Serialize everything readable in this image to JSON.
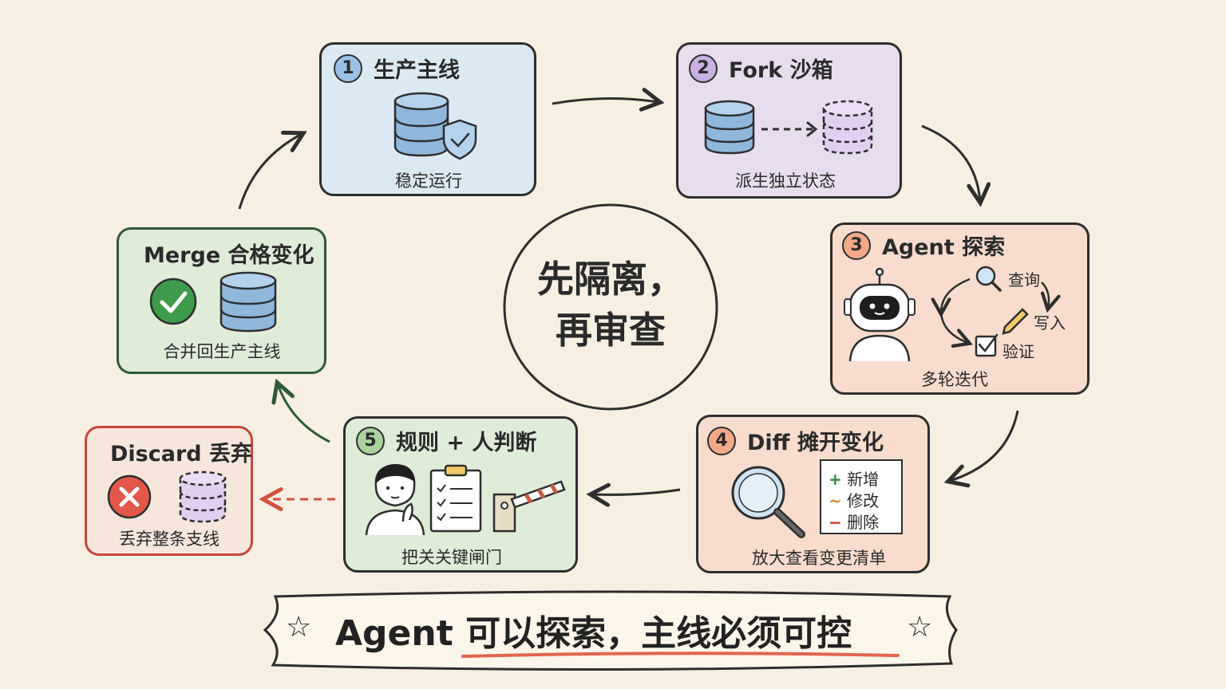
{
  "center": {
    "line1": "先隔离，",
    "line2": "再审查"
  },
  "steps": [
    {
      "number": "1",
      "title": "生产主线",
      "caption": "稳定运行",
      "color": "#dbe9f2",
      "badge_color": "#9cc0e4"
    },
    {
      "number": "2",
      "title": "Fork 沙箱",
      "caption": "派生独立状态",
      "color": "#e7ddef",
      "badge_color": "#c9b1e1"
    },
    {
      "number": "3",
      "title": "Agent 探索",
      "caption": "多轮迭代",
      "color": "#f8dccd",
      "badge_color": "#f1a98a",
      "actions": [
        "查询",
        "写入",
        "验证"
      ]
    },
    {
      "number": "4",
      "title": "Diff 摊开变化",
      "caption": "放大查看变更清单",
      "color": "#f8dccd",
      "badge_color": "#f1a98a",
      "diff": [
        {
          "sign": "+",
          "label": "新增",
          "color": "#2f8a3c"
        },
        {
          "sign": "~",
          "label": "修改",
          "color": "#d88a2c"
        },
        {
          "sign": "−",
          "label": "删除",
          "color": "#c93a2c"
        }
      ]
    },
    {
      "number": "5",
      "title": "规则 + 人判断",
      "caption": "把关关键闸门",
      "color": "#dfecd8",
      "badge_color": "#a9d29f"
    }
  ],
  "merge": {
    "title": "Merge 合格变化",
    "caption": "合并回生产主线",
    "color": "#dfecd8"
  },
  "discard": {
    "title": "Discard 丢弃",
    "caption": "丢弃整条支线",
    "color": "#f6e6dc"
  },
  "banner": {
    "text": "Agent 可以探索，主线必须可控",
    "star": "☆"
  }
}
